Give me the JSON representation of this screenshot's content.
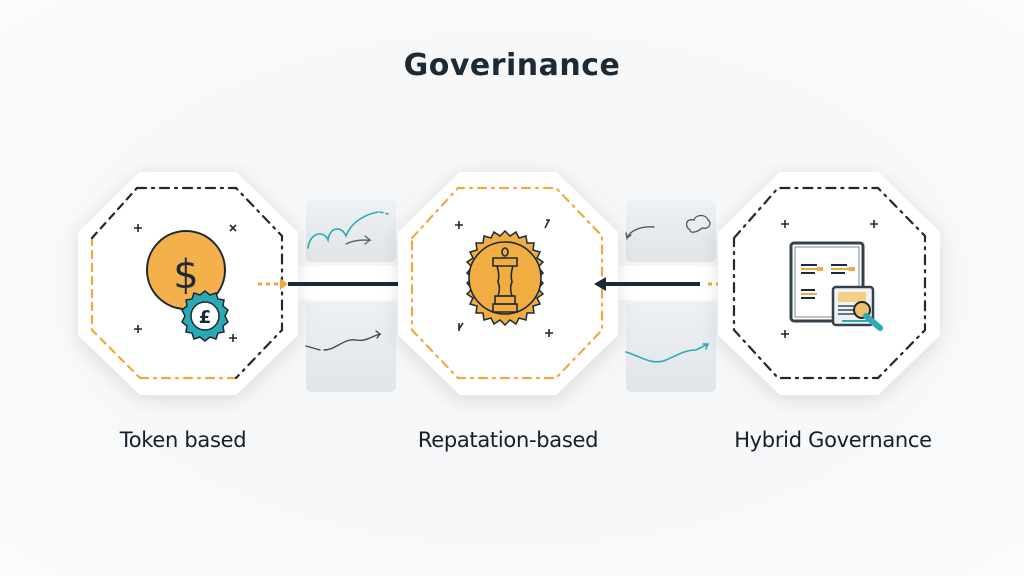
{
  "title": "Goverinance",
  "colors": {
    "background": "#f5f7f9",
    "node_fill": "#ffffff",
    "navy": "#1c2a36",
    "orange": "#f0a941",
    "teal": "#2aaab5"
  },
  "nodes": [
    {
      "id": "token",
      "label": "Token based",
      "icon": "coin-dollar-pound-gear-icon",
      "icon_glyphs": {
        "primary": "$",
        "secondary": "£"
      },
      "border_style": "navy-top-right, orange-left-bottom"
    },
    {
      "id": "reputation",
      "label": "Repatation-based",
      "icon": "chess-rook-badge-icon",
      "border_style": "orange-dashed"
    },
    {
      "id": "hybrid",
      "label": "Hybrid Governance",
      "icon": "document-magnifier-icon",
      "border_style": "navy-dashed"
    }
  ],
  "connectors": [
    {
      "from": "token",
      "to": "reputation",
      "direction": "right"
    },
    {
      "from": "hybrid",
      "to": "reputation",
      "direction": "left"
    }
  ],
  "decorations": {
    "sparkle_marks": [
      "+",
      "×",
      "+",
      "+"
    ]
  }
}
